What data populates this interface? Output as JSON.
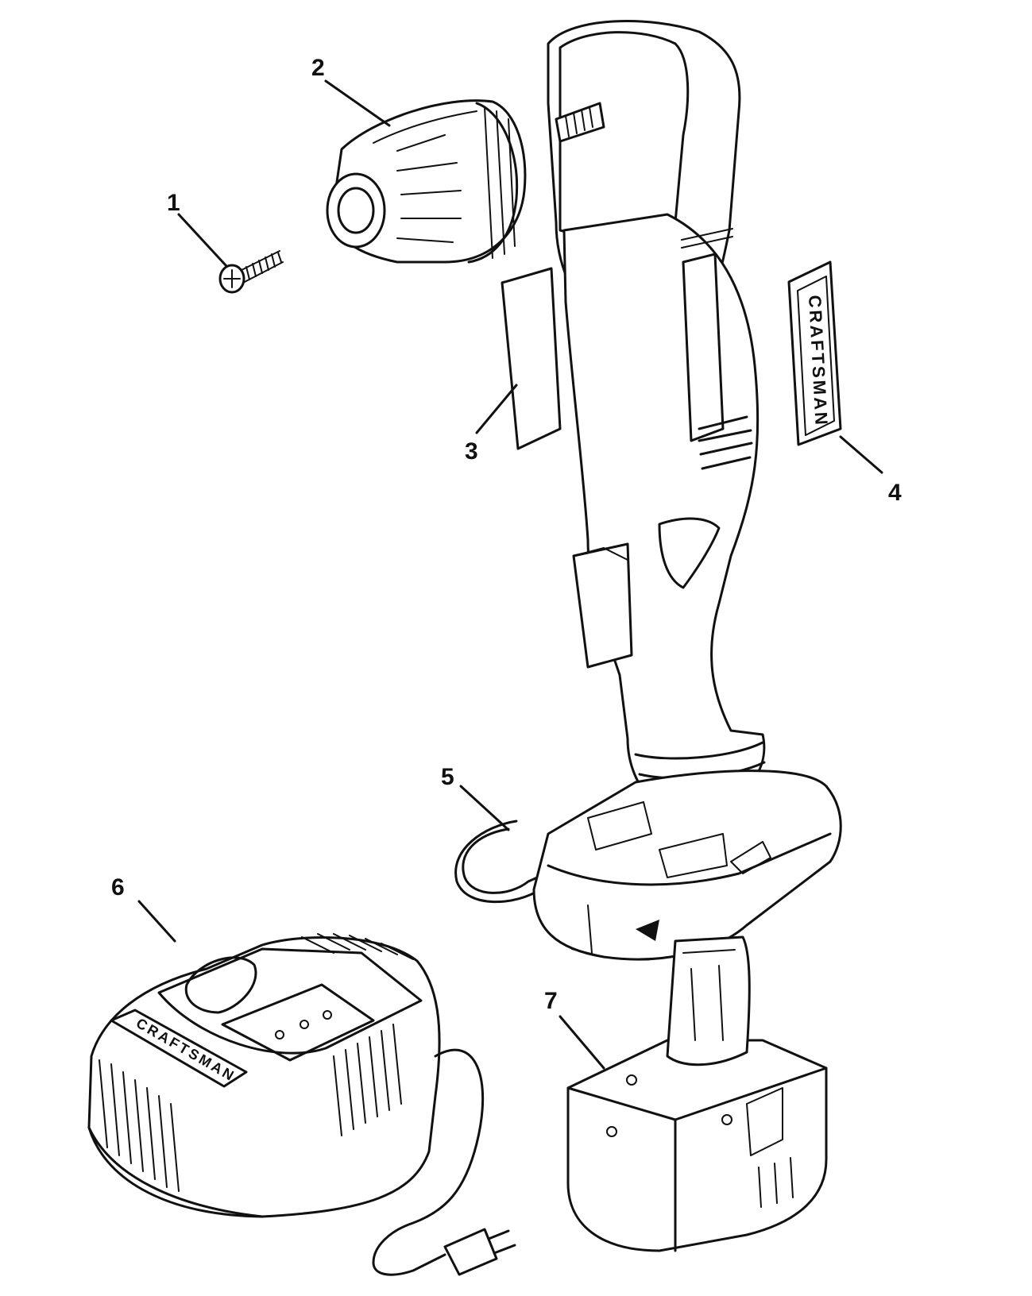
{
  "diagram": {
    "callouts": [
      {
        "id": "1",
        "label": "1"
      },
      {
        "id": "2",
        "label": "2"
      },
      {
        "id": "3",
        "label": "3"
      },
      {
        "id": "4",
        "label": "4"
      },
      {
        "id": "5",
        "label": "5"
      },
      {
        "id": "6",
        "label": "6"
      },
      {
        "id": "7",
        "label": "7"
      }
    ],
    "brand_labels": {
      "decal": "CRAFTSMAN",
      "charger": "CRAFTSMAN"
    }
  }
}
